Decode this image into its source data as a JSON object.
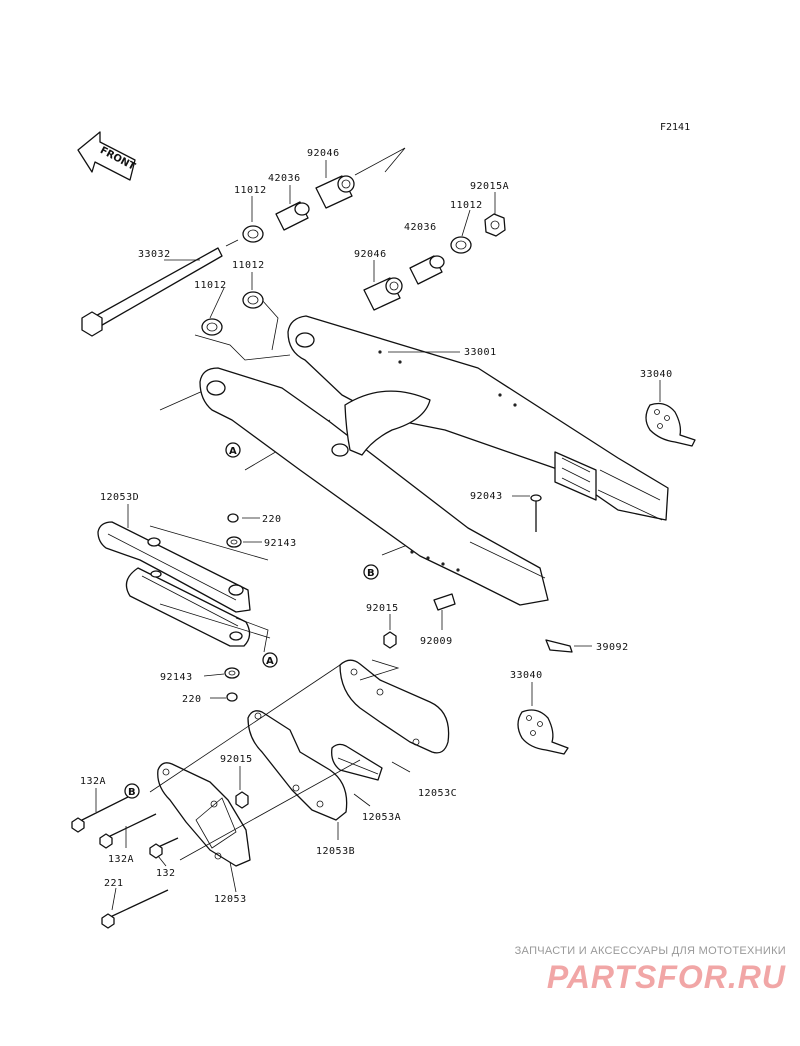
{
  "figure_code": "F2141",
  "front_label": "FRONT",
  "callouts": {
    "c33032": "33032",
    "c11012_a": "11012",
    "c42036_a": "42036",
    "c92046_a": "92046",
    "c11012_b": "11012",
    "c11012_c": "11012",
    "c92046_b": "92046",
    "c42036_b": "42036",
    "c11012_d": "11012",
    "c92015A": "92015A",
    "c33001": "33001",
    "c33040_a": "33040",
    "c92043": "92043",
    "c12053D": "12053D",
    "c220_a": "220",
    "c92143_a": "92143",
    "c92143_b": "92143",
    "c220_b": "220",
    "c92015_a": "92015",
    "c92009": "92009",
    "c39092": "39092",
    "c33040_b": "33040",
    "c92015_b": "92015",
    "c12053C": "12053C",
    "c12053A": "12053A",
    "c12053B": "12053B",
    "c132A_a": "132A",
    "c132A_b": "132A",
    "c132": "132",
    "c221": "221",
    "c12053": "12053"
  },
  "refs": {
    "ref_a1": "A",
    "ref_a2": "A",
    "ref_b1": "B",
    "ref_b2": "B"
  },
  "watermark": {
    "caption": "ЗАПЧАСТИ И АКСЕССУАРЫ ДЛЯ МОТОТЕХНИКИ",
    "logo": "PARTSFOR.RU"
  }
}
